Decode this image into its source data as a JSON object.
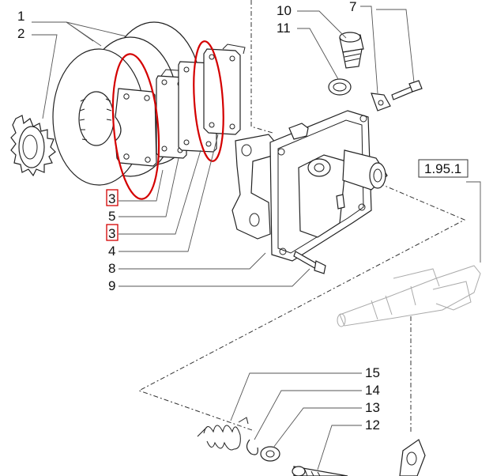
{
  "callouts": {
    "c1": "1",
    "c2": "2",
    "c3a": "3",
    "c5": "5",
    "c3b": "3",
    "c4": "4",
    "c8": "8",
    "c9": "9",
    "c10": "10",
    "c11": "11",
    "c7": "7",
    "c15": "15",
    "c14": "14",
    "c13": "13",
    "c12": "12"
  },
  "reference": {
    "box_label": "1.95.1"
  },
  "colors": {
    "highlight": "#d40000",
    "line": "#222222"
  }
}
